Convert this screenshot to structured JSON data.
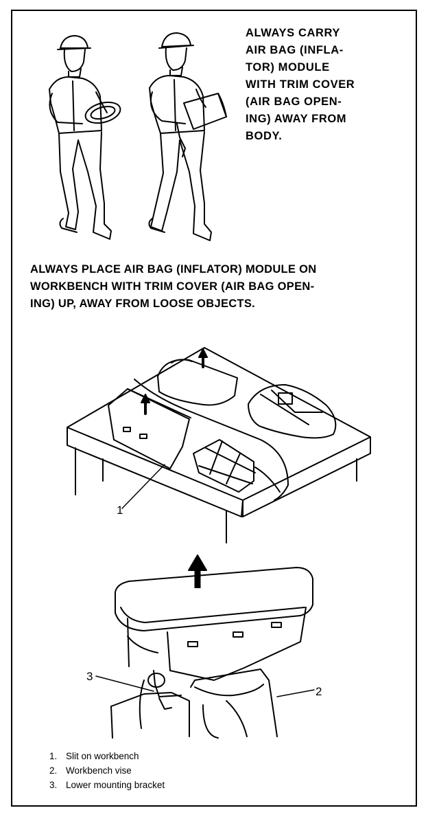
{
  "captions": {
    "carry": "ALWAYS CARRY\nAIR BAG (INFLA-\nTOR) MODULE\nWITH TRIM COVER\n(AIR BAG OPEN-\nING) AWAY FROM\nBODY.",
    "place": "ALWAYS PLACE AIR BAG (INFLATOR) MODULE ON\nWORKBENCH WITH TRIM COVER (AIR BAG OPEN-\nING) UP, AWAY FROM LOOSE OBJECTS."
  },
  "callouts": {
    "c1": "1",
    "c2": "2",
    "c3": "3"
  },
  "legend": [
    {
      "num": "1.",
      "text": "Slit on workbench"
    },
    {
      "num": "2.",
      "text": "Workbench vise"
    },
    {
      "num": "3.",
      "text": "Lower mounting bracket"
    }
  ]
}
